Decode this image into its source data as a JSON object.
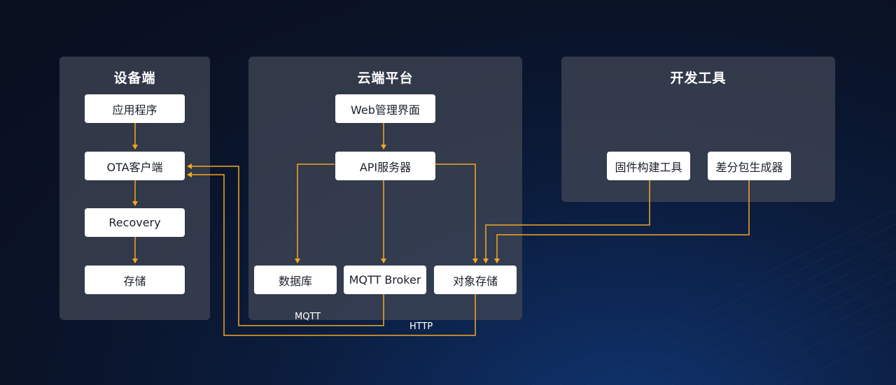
{
  "colors": {
    "accent": "#f5a623",
    "panel": "#424856",
    "node": "#ffffff"
  },
  "panels": {
    "device": {
      "title": "设备端"
    },
    "cloud": {
      "title": "云端平台"
    },
    "tools": {
      "title": "开发工具"
    }
  },
  "nodes": {
    "app": "应用程序",
    "ota_client": "OTA客户端",
    "recovery": "Recovery",
    "storage": "存储",
    "web_ui": "Web管理界面",
    "api_server": "API服务器",
    "database": "数据库",
    "mqtt_broker": "MQTT Broker",
    "object_storage": "对象存储",
    "firmware_build": "固件构建工具",
    "delta_gen": "差分包生成器"
  },
  "edge_labels": {
    "mqtt": "MQTT",
    "http": "HTTP"
  }
}
